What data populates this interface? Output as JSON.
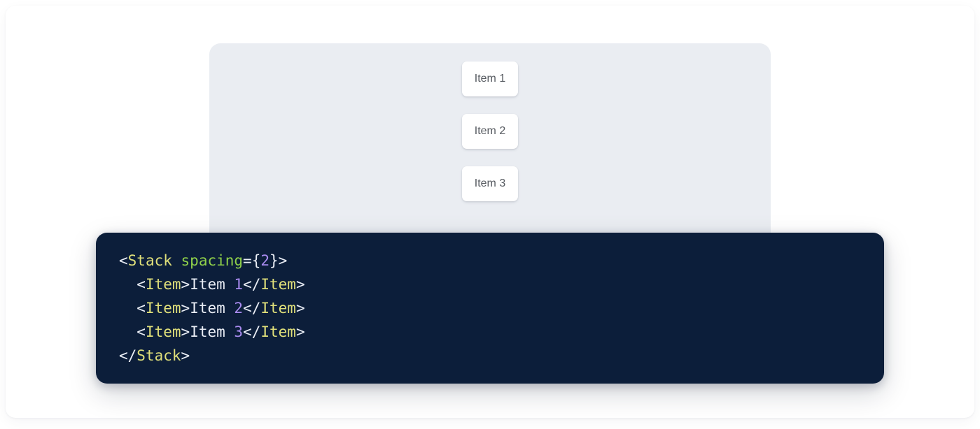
{
  "preview": {
    "panel_name": "stack-preview",
    "background_color": "#eaedf2",
    "items": [
      {
        "label": "Item 1"
      },
      {
        "label": "Item 2"
      },
      {
        "label": "Item 3"
      }
    ]
  },
  "code_panel": {
    "background_color": "#0c1e3a",
    "language": "jsx",
    "colors": {
      "tag": "#e0e07a",
      "attribute": "#8fd04a",
      "number": "#a98bf0",
      "punctuation": "#e9edf5",
      "text": "#e9edf5"
    },
    "lines": [
      {
        "indent": "",
        "tokens": [
          {
            "t": "punct",
            "v": "<"
          },
          {
            "t": "tag",
            "v": "Stack"
          },
          {
            "t": "plain",
            "v": " "
          },
          {
            "t": "attr",
            "v": "spacing"
          },
          {
            "t": "punct",
            "v": "={"
          },
          {
            "t": "num",
            "v": "2"
          },
          {
            "t": "punct",
            "v": "}>"
          }
        ]
      },
      {
        "indent": "  ",
        "tokens": [
          {
            "t": "punct",
            "v": "<"
          },
          {
            "t": "tag",
            "v": "Item"
          },
          {
            "t": "punct",
            "v": ">"
          },
          {
            "t": "plain",
            "v": "Item "
          },
          {
            "t": "num",
            "v": "1"
          },
          {
            "t": "punct",
            "v": "</"
          },
          {
            "t": "tag",
            "v": "Item"
          },
          {
            "t": "punct",
            "v": ">"
          }
        ]
      },
      {
        "indent": "  ",
        "tokens": [
          {
            "t": "punct",
            "v": "<"
          },
          {
            "t": "tag",
            "v": "Item"
          },
          {
            "t": "punct",
            "v": ">"
          },
          {
            "t": "plain",
            "v": "Item "
          },
          {
            "t": "num",
            "v": "2"
          },
          {
            "t": "punct",
            "v": "</"
          },
          {
            "t": "tag",
            "v": "Item"
          },
          {
            "t": "punct",
            "v": ">"
          }
        ]
      },
      {
        "indent": "  ",
        "tokens": [
          {
            "t": "punct",
            "v": "<"
          },
          {
            "t": "tag",
            "v": "Item"
          },
          {
            "t": "punct",
            "v": ">"
          },
          {
            "t": "plain",
            "v": "Item "
          },
          {
            "t": "num",
            "v": "3"
          },
          {
            "t": "punct",
            "v": "</"
          },
          {
            "t": "tag",
            "v": "Item"
          },
          {
            "t": "punct",
            "v": ">"
          }
        ]
      },
      {
        "indent": "",
        "tokens": [
          {
            "t": "punct",
            "v": "</"
          },
          {
            "t": "tag",
            "v": "Stack"
          },
          {
            "t": "punct",
            "v": ">"
          }
        ]
      }
    ]
  }
}
